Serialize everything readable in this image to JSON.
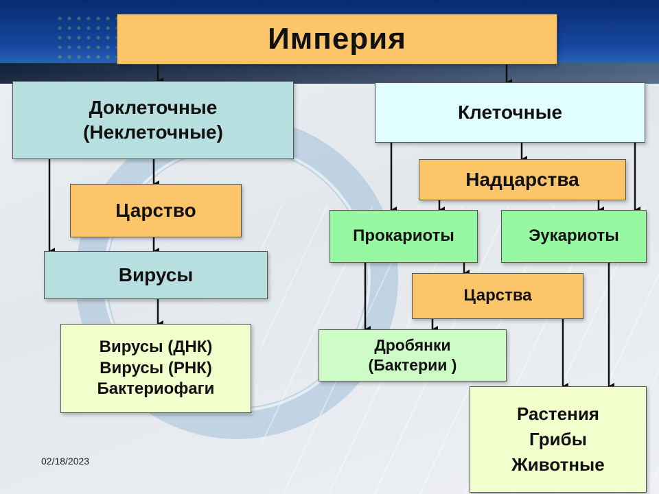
{
  "diagram": {
    "title": "Империя",
    "precellular": [
      "Доклеточные",
      "(Неклеточные)"
    ],
    "kingdom": "Царство",
    "viruses": "Вирусы",
    "virus_types": [
      "Вирусы (ДНК)",
      "Вирусы (РНК)",
      "Бактериофаги"
    ],
    "cellular": "Клеточные",
    "superkingdoms": "Надцарства",
    "prokaryotes": "Прокариоты",
    "eukaryotes": "Эукариоты",
    "kingdoms": "Царства",
    "drobyanki": [
      "Дробянки",
      "(Бактерии )"
    ],
    "eukaryote_kingdoms": [
      "Растения",
      "Грибы",
      "Животные"
    ]
  },
  "footer": {
    "date": "02/18/2023"
  },
  "colors": {
    "orange": "#fcc56a",
    "teal": "#b8dfe0",
    "cyan": "#e2ffff",
    "green": "#96f8a0",
    "lightgreen": "#cdfcc6",
    "yellowgreen": "#f2ffcc"
  }
}
